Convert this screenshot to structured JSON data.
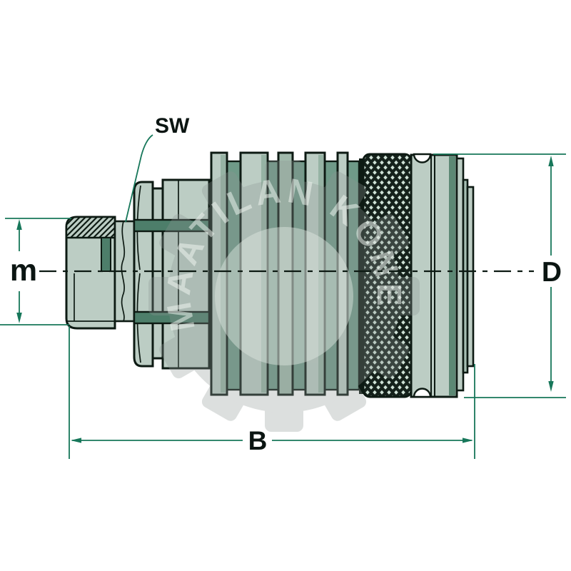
{
  "labels": {
    "sw": "SW",
    "m": "m",
    "b": "B",
    "d": "D"
  },
  "watermark": {
    "text": "MAATILAN KONE"
  },
  "colors": {
    "background": "#ffffff",
    "outline": "#0d1a13",
    "body_fill": "#bccdc4",
    "recess_green": "#6f9a88",
    "groove_green": "#4d7e6a",
    "collar_band_green": "#5c8874",
    "knurl_dark": "#15211b",
    "knurl_light": "#cfe1d6",
    "dimension_green": "#17775a",
    "label_text": "#0b1512",
    "watermark_gray": "#8d9693",
    "watermark_letters": "#f0f6f1"
  }
}
